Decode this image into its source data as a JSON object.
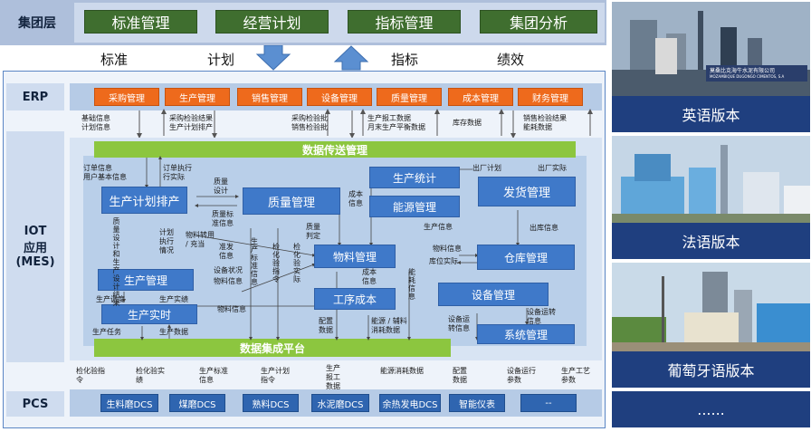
{
  "top": {
    "label": "集团层",
    "buttons": [
      "标准管理",
      "经营计划",
      "指标管理",
      "集团分析"
    ],
    "flow_labels": [
      "标准",
      "计划",
      "指标",
      "绩效"
    ]
  },
  "erp": {
    "label": "ERP",
    "buttons": [
      "采购管理",
      "生产管理",
      "销售管理",
      "设备管理",
      "质量管理",
      "成本管理",
      "财务管理"
    ]
  },
  "erp_flows": {
    "base_info": "基础信息",
    "plan_info": "计划信息",
    "purchase_result": "采购检验结果",
    "prod_plan_schedule": "生产计划排产",
    "purchase_batch": "采购检验批",
    "sales_batch": "销售检验批",
    "prod_report": "生产报工数据",
    "monthly_balance": "月末生产平衡数据",
    "inventory": "库存数据",
    "sales_result": "销售检验结果",
    "consumption": "能耗数据"
  },
  "iot": {
    "label_line1": "IOT",
    "label_line2": "应用",
    "label_line3": "(MES)"
  },
  "bars": {
    "transfer": "数据传送管理",
    "integration": "数据集成平台"
  },
  "modules": {
    "plan": "生产计划排产",
    "quality": "质量管理",
    "stats": "生产统计",
    "energy": "能源管理",
    "delivery": "发货管理",
    "material": "物料管理",
    "warehouse": "仓库管理",
    "production": "生产管理",
    "realtime": "生产实时",
    "process_cost": "工序成本",
    "equipment": "设备管理",
    "system": "系统管理"
  },
  "mes_labels": {
    "order_info": "订单信息",
    "user_info": "用户基本信息",
    "order_exec": "订单执行",
    "order_exec2": "行实际",
    "quality_design": "质量",
    "quality_design2": "设计",
    "quality_std": "质量标",
    "quality_std2": "准信息",
    "cost_info": "成本",
    "cost_info2": "信息",
    "out_plan": "出厂计划",
    "out_actual": "出厂实际",
    "prod_info": "生产信息",
    "out_info": "出库信息",
    "material_info": "物料信息",
    "location_actual": "库位实际",
    "qd_vertical": "质量设计和生产设计结果",
    "plan_exec": "计划执行情况",
    "material_use": "物料转用",
    "material_use2": "/ 充当",
    "release_info": "准发",
    "release_info2": "信息",
    "std_info_v": "生产标准信息",
    "inspection_cmd_v": "检化验指令",
    "inspection_act_v": "检化验实际",
    "quality_judge": "质量",
    "quality_judge2": "判定",
    "equip_status": "设备状况",
    "material_info2": "物料信息",
    "cost_info_b": "成本",
    "cost_info_b2": "信息",
    "energy_info_v": "能耗信息",
    "prod_schedule": "生产调度",
    "prod_actual": "生产实绩",
    "prod_task": "生产任务",
    "prod_data": "生产数据",
    "material_info3": "物料信息",
    "config_data": "配置",
    "config_data2": "数据",
    "energy_aux": "能源 / 辅料",
    "energy_aux2": "消耗数据",
    "equip_run": "设备运",
    "equip_run2": "转信息",
    "equip_run_b": "设备运转",
    "equip_run_b2": "信息"
  },
  "pcs_flows": [
    "检化验指令",
    "检化验实绩",
    "生产标准信息",
    "生产计划指令",
    "生产报工数据",
    "能源消耗数据",
    "配置数据",
    "设备运行参数",
    "生产工艺参数"
  ],
  "pcs": {
    "label": "PCS",
    "buttons": [
      "生料磨DCS",
      "煤磨DCS",
      "熟料DCS",
      "水泥磨DCS",
      "余热发电DCS",
      "智能仪表",
      "--"
    ]
  },
  "panels": {
    "english": "英语版本",
    "french": "法语版本",
    "portuguese": "葡萄牙语版本",
    "more": "......",
    "sign_text": "莫桑比克海牛水泥有限公司",
    "sign_text2": "MOZAMBIQUE DUGONGO CIMENTOS, S.A"
  }
}
